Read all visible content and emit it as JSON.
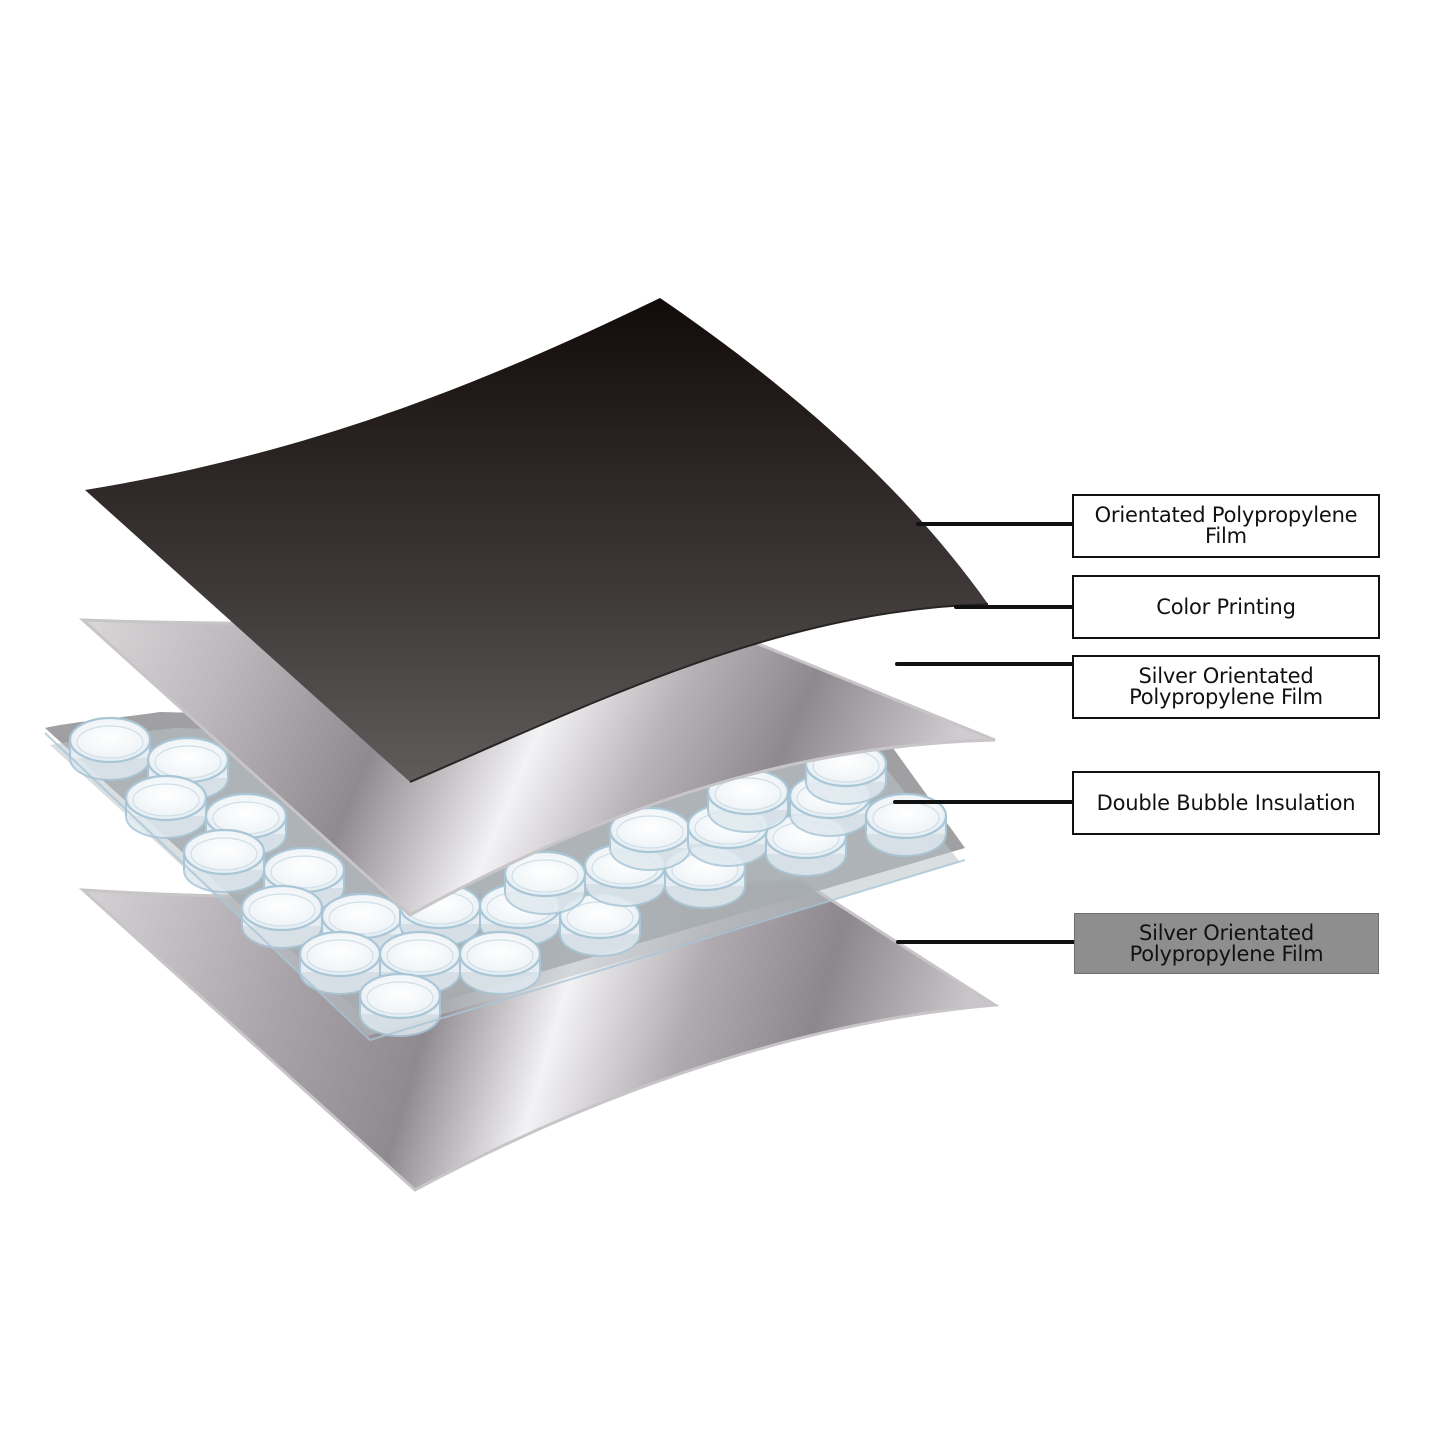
{
  "diagram": {
    "title": "",
    "background": "#ffffff",
    "layers": [
      {
        "id": "opp-film",
        "name": "Orientated Polypropylene Film",
        "appearance": "dark gradient sheet",
        "colors": {
          "top": "#120b09",
          "bottom": "#5e5b5b"
        }
      },
      {
        "id": "silver-opp-film-top",
        "name": "Silver Orientated Polypropylene Film",
        "appearance": "metallic silver sheet",
        "colors": {
          "light": "#f2f1f3",
          "mid": "#bdb9bd",
          "dark": "#8e8a8f"
        }
      },
      {
        "id": "double-bubble",
        "name": "Double Bubble Insulation",
        "appearance": "translucent bubble grid",
        "colors": {
          "bubble": "#eef4f8",
          "rim": "#a9c6d6",
          "sheet": "#9a9a9c"
        }
      },
      {
        "id": "silver-opp-film-bottom",
        "name": "Silver Orientated Polypropylene Film",
        "appearance": "metallic silver sheet",
        "colors": {
          "light": "#f2f1f3",
          "mid": "#bdb9bd",
          "dark": "#8e8a8f"
        }
      }
    ],
    "callouts": [
      {
        "lines": [
          "Orientated Polypropylene",
          "Film"
        ],
        "style": "outlined",
        "fill": "#ffffff"
      },
      {
        "lines": [
          "Color Printing"
        ],
        "style": "outlined",
        "fill": "#ffffff"
      },
      {
        "lines": [
          "Silver Orientated",
          "Polypropylene Film"
        ],
        "style": "outlined",
        "fill": "#ffffff"
      },
      {
        "lines": [
          "Double Bubble Insulation"
        ],
        "style": "outlined",
        "fill": "#ffffff"
      },
      {
        "lines": [
          "Silver Orientated",
          "Polypropylene Film"
        ],
        "style": "shaded",
        "fill": "#8e8e8e"
      }
    ],
    "leader_line_color": "#111111"
  }
}
